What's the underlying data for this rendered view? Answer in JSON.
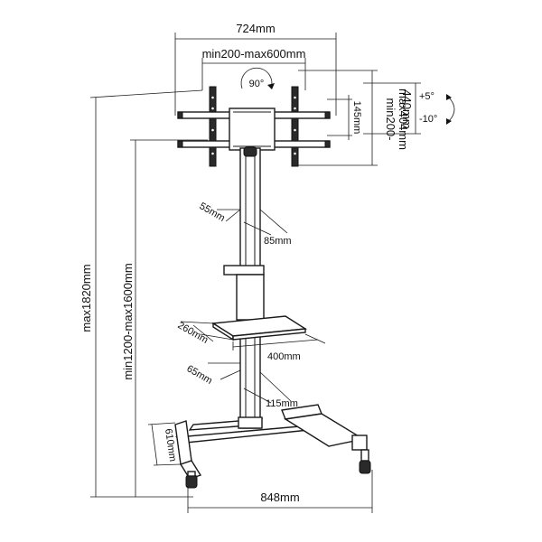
{
  "dimensions": {
    "mount_width": "724mm",
    "vesa_width": "min200-max600mm",
    "rotation": "90°",
    "vesa_height": "min200-\nmax404mm",
    "vesa_height_line1": "min200-",
    "vesa_height_line2": "max404mm",
    "bracket_height": "145mm",
    "mount_height": "440mm",
    "tilt_up": "+5°",
    "tilt_down": "-10°",
    "clamp_depth": "55mm",
    "clamp_width": "85mm",
    "shelf_depth": "260mm",
    "shelf_width": "400mm",
    "column_depth": "65mm",
    "column_width": "115mm",
    "max_height": "max1820mm",
    "height_range": "min1200-max1600mm",
    "base_depth": "610mm",
    "base_width": "848mm"
  }
}
